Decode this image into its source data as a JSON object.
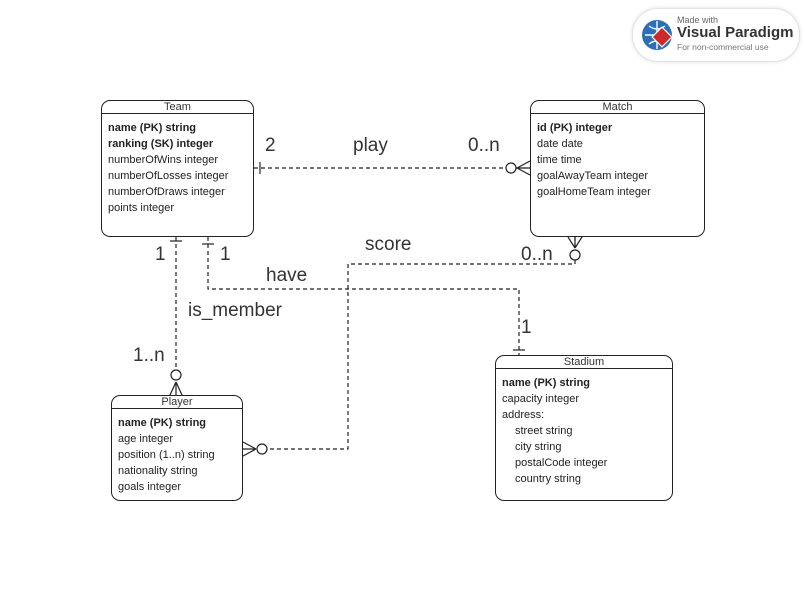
{
  "entities": {
    "team": {
      "title": "Team",
      "attributes": [
        {
          "text": "name (PK) string",
          "bold": true
        },
        {
          "text": "ranking (SK) integer",
          "bold": true
        },
        {
          "text": "numberOfWins integer",
          "bold": false
        },
        {
          "text": "numberOfLosses integer",
          "bold": false
        },
        {
          "text": "numberOfDraws integer",
          "bold": false
        },
        {
          "text": "points integer",
          "bold": false
        }
      ]
    },
    "match": {
      "title": "Match",
      "attributes": [
        {
          "text": "id (PK) integer",
          "bold": true
        },
        {
          "text": "date date",
          "bold": false
        },
        {
          "text": "time time",
          "bold": false
        },
        {
          "text": "goalAwayTeam integer",
          "bold": false
        },
        {
          "text": "goalHomeTeam integer",
          "bold": false
        }
      ]
    },
    "player": {
      "title": "Player",
      "attributes": [
        {
          "text": "name (PK) string",
          "bold": true
        },
        {
          "text": "age integer",
          "bold": false
        },
        {
          "text": "position (1..n) string",
          "bold": false
        },
        {
          "text": "nationality string",
          "bold": false
        },
        {
          "text": "goals integer",
          "bold": false
        }
      ]
    },
    "stadium": {
      "title": "Stadium",
      "attributes": [
        {
          "text": "name (PK) string",
          "bold": true
        },
        {
          "text": "capacity integer",
          "bold": false
        },
        {
          "text": "address:",
          "bold": false
        },
        {
          "text": "street string",
          "bold": false,
          "indent": true
        },
        {
          "text": "city string",
          "bold": false,
          "indent": true
        },
        {
          "text": "postalCode integer",
          "bold": false,
          "indent": true
        },
        {
          "text": "country string",
          "bold": false,
          "indent": true
        }
      ]
    }
  },
  "relationships": {
    "play": {
      "name": "play",
      "team_cardinality": "2",
      "match_cardinality": "0..n"
    },
    "score": {
      "name": "score",
      "match_cardinality": "0..n"
    },
    "have": {
      "name": "have",
      "team_cardinality": "1",
      "stadium_cardinality": "1"
    },
    "is_member": {
      "name": "is_member",
      "team_cardinality": "1",
      "player_cardinality": "1..n"
    }
  },
  "watermark": {
    "line1": "Made with",
    "line2": "Visual Paradigm",
    "line3": "For non-commercial use"
  },
  "colors": {
    "line": "#222222",
    "logo_red": "#cc2a2a",
    "logo_blue": "#2a6fb8"
  }
}
